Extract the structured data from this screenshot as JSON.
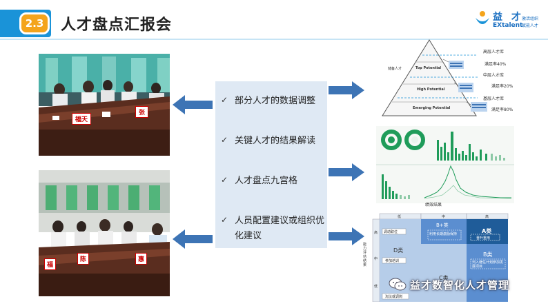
{
  "header": {
    "section_number": "2.3",
    "title": "人才盘点汇报会"
  },
  "logo": {
    "name_cn": "益 才",
    "name_en": "EXtalent",
    "tagline_1": "激活组织",
    "tagline_2": "赋能人才"
  },
  "panel": {
    "items": [
      {
        "label": "部分人才的数据调整"
      },
      {
        "label": "关键人才的结果解读"
      },
      {
        "label": "人才盘点九宫格"
      },
      {
        "label": "人员配置建议或组织优化建议"
      }
    ]
  },
  "photo_top": {
    "nameplates": [
      "福天",
      "张"
    ]
  },
  "photo_bottom": {
    "nameplates": [
      "福",
      "陈",
      "惠"
    ]
  },
  "pyramid": {
    "tiers": [
      "Top Potential",
      "High Potential",
      "Emerging Potential"
    ],
    "left_labels": [
      "储备人才"
    ],
    "right_labels": [
      {
        "label": "高层人才库",
        "rate": "满足率40%"
      },
      {
        "label": "中层人才库",
        "rate": "满足率20%"
      },
      {
        "label": "基层人才库",
        "rate": "满足率80%"
      }
    ]
  },
  "nine_box": {
    "x_axis_title": "绩效结果",
    "y_axis_title": "能力评估结果",
    "x_levels": [
      "低",
      "中",
      "高"
    ],
    "y_levels": [
      "高",
      "中",
      "低"
    ],
    "cells": {
      "top_left_note": "调动职位",
      "b_plus": "B+类",
      "b_plus_note": "利用长期激励保持",
      "a": "A类",
      "a_note": "晋升重用",
      "d": "D类",
      "d_note": "参加培训",
      "b": "B类",
      "b_note": "列入继任计划参加发展项目",
      "c": "C类",
      "bottom_note": "淘汰或调岗"
    }
  },
  "watermark": {
    "text": "益才数智化人才管理"
  },
  "colors": {
    "brand_blue": "#1a93d8",
    "badge_orange": "#f4a41c",
    "arrow_blue": "#3d74b5",
    "panel_bg": "#dfe9f4",
    "grid_dark": "#1f5c99",
    "grid_mid": "#5b8ed0",
    "grid_light": "#b6cde9"
  }
}
